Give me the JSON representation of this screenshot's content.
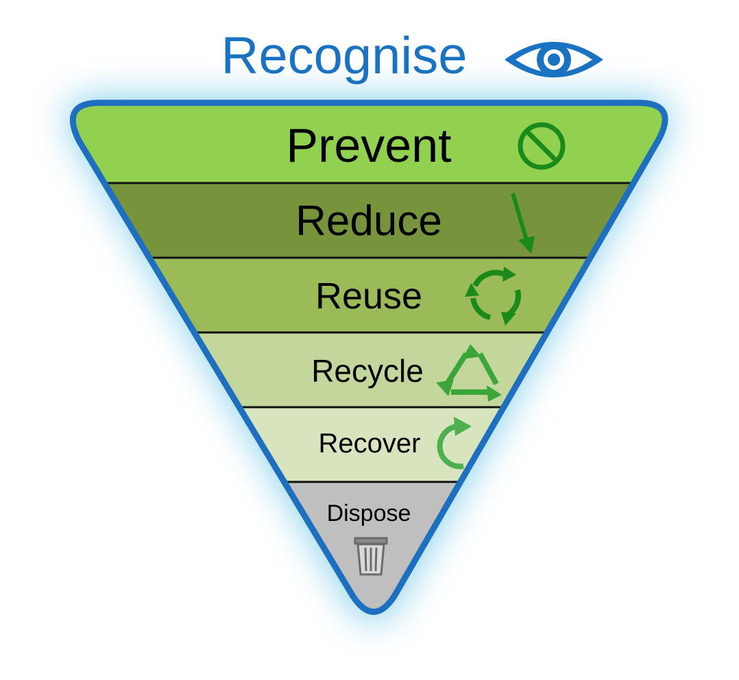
{
  "title": {
    "label": "Recognise",
    "icon": "eye-icon",
    "color": "#1a73c2"
  },
  "tiers": [
    {
      "label": "Prevent",
      "icon": "no-entry-icon",
      "fill": "#92d050",
      "text_color": "#000000",
      "icon_color": "#1a8a1a"
    },
    {
      "label": "Reduce",
      "icon": "down-arrow-icon",
      "fill": "#77933c",
      "text_color": "#000000",
      "icon_color": "#1a8a1a"
    },
    {
      "label": "Reuse",
      "icon": "circular-arrows-icon",
      "fill": "#9bbb59",
      "text_color": "#000000",
      "icon_color": "#1a8a1a"
    },
    {
      "label": "Recycle",
      "icon": "recycle-triangle-icon",
      "fill": "#c3d69b",
      "text_color": "#000000",
      "icon_color": "#3aa63a"
    },
    {
      "label": "Recover",
      "icon": "refresh-arrow-icon",
      "fill": "#d7e4bd",
      "text_color": "#000000",
      "icon_color": "#4caf50"
    },
    {
      "label": "Dispose",
      "icon": "trash-bin-icon",
      "fill": "#bfbfbf",
      "text_color": "#000000",
      "icon_color": "#7f7f7f"
    }
  ],
  "colors": {
    "outline": "#1f6fc0",
    "glow": "#6cc4e6",
    "divider": "#111111"
  }
}
